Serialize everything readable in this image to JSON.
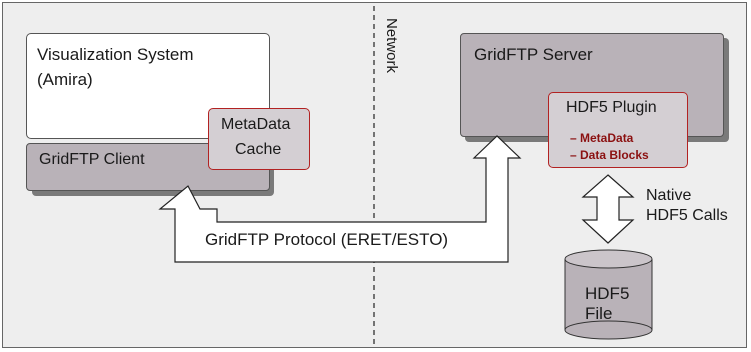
{
  "visualization": {
    "title_line1": "Visualization System",
    "title_line2": "(Amira)"
  },
  "client": {
    "label": "GridFTP Client"
  },
  "cache": {
    "line1": "MetaData",
    "line2": "Cache"
  },
  "network": {
    "label": "Network"
  },
  "server": {
    "label": "GridFTP Server"
  },
  "plugin": {
    "title": "HDF5 Plugin",
    "item1": "– MetaData",
    "item2": "– Data Blocks"
  },
  "protocol": {
    "label": "GridFTP Protocol  (ERET/ESTO)"
  },
  "native": {
    "line1": "Native",
    "line2": "HDF5 Calls"
  },
  "file": {
    "line1": "HDF5",
    "line2": "File"
  },
  "colors": {
    "background": "#eeeeee",
    "box_fill": "#b9b2b8",
    "accent_red": "#b22222",
    "plugin_text_red": "#8b1010"
  }
}
